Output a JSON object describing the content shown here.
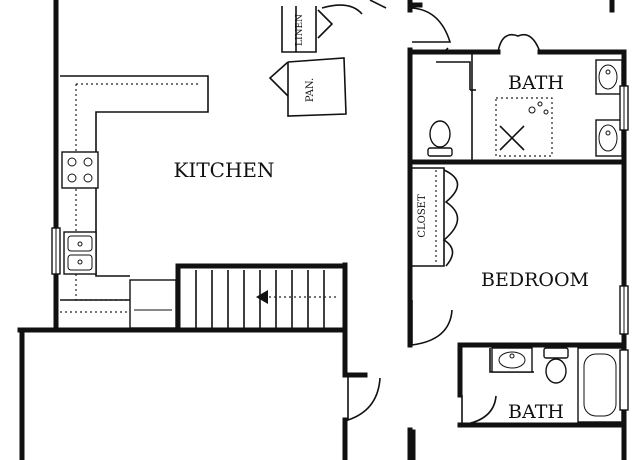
{
  "rooms": {
    "kitchen": "KITCHEN",
    "bath_upper": "BATH",
    "bedroom": "BEDROOM",
    "bath_lower": "BATH",
    "closet": "CLOSET",
    "linen": "LINEN",
    "pantry": "PAN."
  },
  "colors": {
    "line": "#111111",
    "background": "#ffffff"
  }
}
